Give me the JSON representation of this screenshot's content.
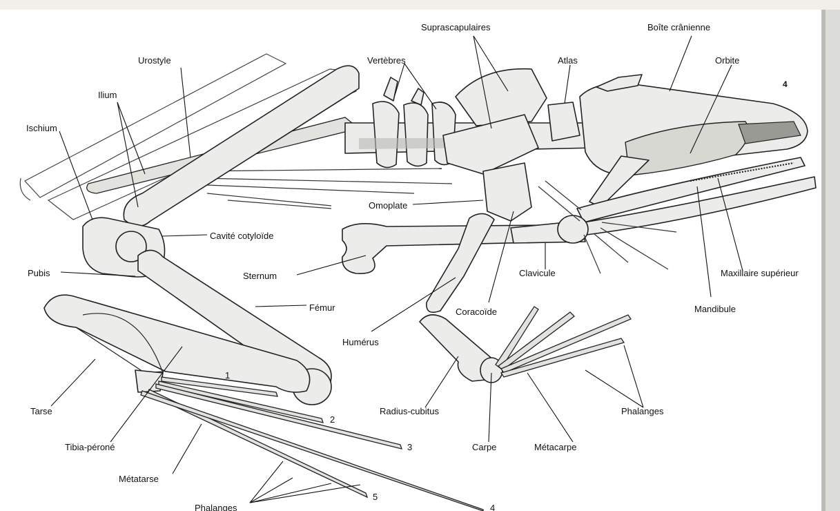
{
  "figure_number": "4",
  "labels": {
    "suprascapulaires": "Suprascapulaires",
    "boite_cranienne": "Boîte crânienne",
    "urostyle": "Urostyle",
    "vertebres": "Vertèbres",
    "atlas": "Atlas",
    "orbite": "Orbite",
    "ilium": "Ilium",
    "ischium": "Ischium",
    "omoplate": "Omoplate",
    "cavite_cotyloide": "Cavité cotyloïde",
    "pubis": "Pubis",
    "sternum": "Sternum",
    "clavicule": "Clavicule",
    "maxillaire_superieur": "Maxillaire supérieur",
    "femur": "Fémur",
    "coracoide": "Coracoïde",
    "mandibule": "Mandibule",
    "humerus": "Humérus",
    "tarse": "Tarse",
    "radius_cubitus": "Radius-cubitus",
    "phalanges_main": "Phalanges",
    "tibia_perone": "Tibia-péroné",
    "carpe": "Carpe",
    "metacarpe": "Métacarpe",
    "metatarse": "Métatarse",
    "phalanges_pied": "Phalanges",
    "toe_1": "1",
    "toe_2": "2",
    "toe_3": "3",
    "toe_4": "4",
    "toe_5": "5"
  }
}
